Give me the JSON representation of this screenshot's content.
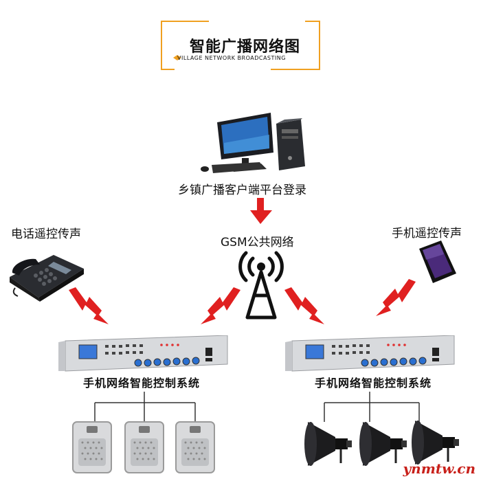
{
  "header": {
    "title": "智能广播网络图",
    "subtitle": "VILLAGE NETWORK BROADCASTING"
  },
  "nodes": {
    "platform_label": "乡镇广播客户端平台登录",
    "network_label": "GSM公共网络",
    "telephone_label": "电话遥控传声",
    "mobile_label": "手机遥控传声",
    "controller_left_label": "手机网络智能控制系统",
    "controller_right_label": "手机网络智能控制系统"
  },
  "watermark": "ynmtw.cn",
  "colors": {
    "accent_orange": "#f0a020",
    "signal_red": "#e02020",
    "panel_silver": "#d8dadd",
    "screen_blue": "#3a78d8",
    "knob_blue": "#2a6fd0"
  },
  "icons": [
    "computer-icon",
    "down-arrow-icon",
    "antenna-tower-icon",
    "telephone-icon",
    "mobile-phone-icon",
    "lightning-signal-icon",
    "broadcast-controller-icon",
    "wall-speaker-icon",
    "horn-speaker-icon"
  ]
}
